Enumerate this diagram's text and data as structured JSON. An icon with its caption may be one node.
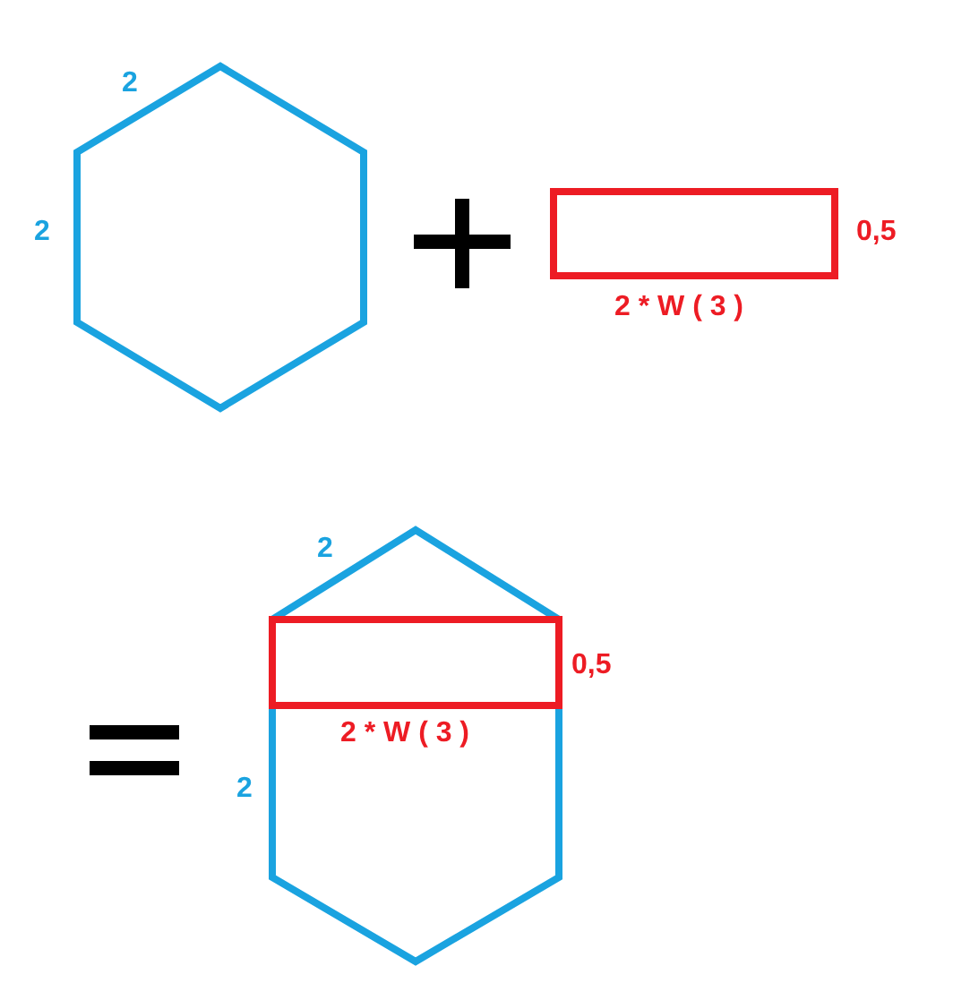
{
  "diagram": {
    "labels": [
      "2",
      "2",
      "0,5",
      "2 * W ( 3 )",
      "2",
      "0,5",
      "2 * W ( 3 )",
      "2"
    ]
  }
}
